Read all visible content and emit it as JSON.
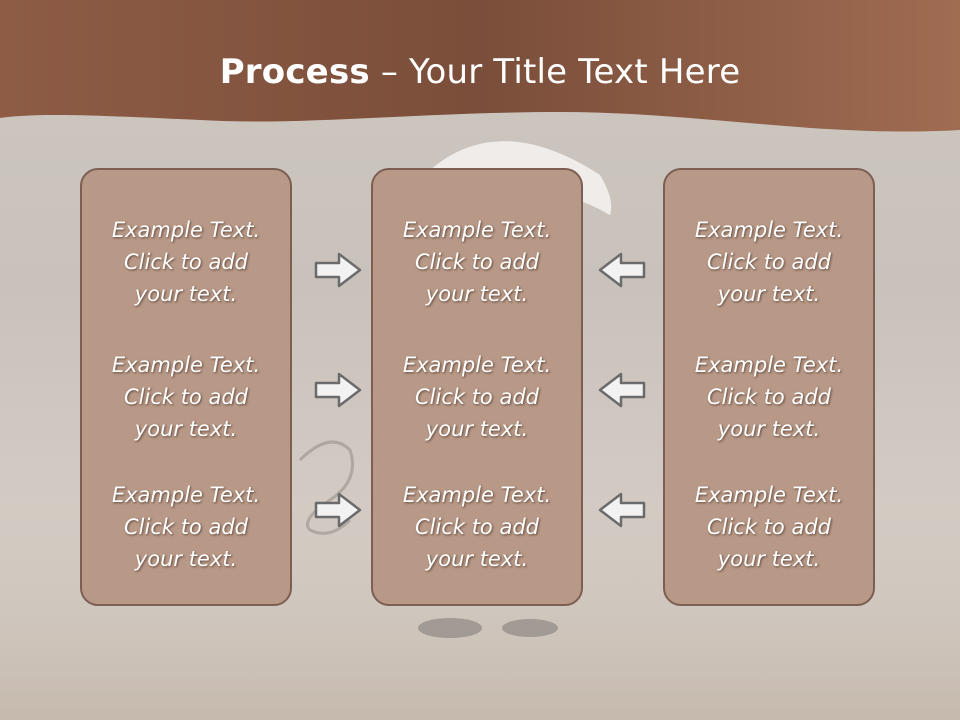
{
  "title": {
    "bold": "Process",
    "rest": " – Your Title Text Here"
  },
  "columns": [
    {
      "items": [
        "Example Text.\nClick  to add\nyour text.",
        "Example Text.\nClick  to add\nyour text.",
        "Example Text.\nClick  to add\nyour text."
      ]
    },
    {
      "items": [
        "Example Text.\nClick  to add\nyour text.",
        "Example Text.\nClick  to add\nyour text.",
        "Example Text.\nClick  to add\nyour text."
      ]
    },
    {
      "items": [
        "Example Text.\nClick  to add\nyour text.",
        "Example Text.\nClick  to add\nyour text.",
        "Example Text.\nClick  to add\nyour text."
      ]
    }
  ],
  "colors": {
    "banner": "#8a5a44",
    "box_fill": "#b89886",
    "box_border": "#7c5f52",
    "arrow_fill": "#f2f2f2",
    "arrow_stroke": "#6b6b6b"
  },
  "icons": {
    "left_arrows": "arrow-right-icon",
    "right_arrows": "arrow-left-icon"
  }
}
